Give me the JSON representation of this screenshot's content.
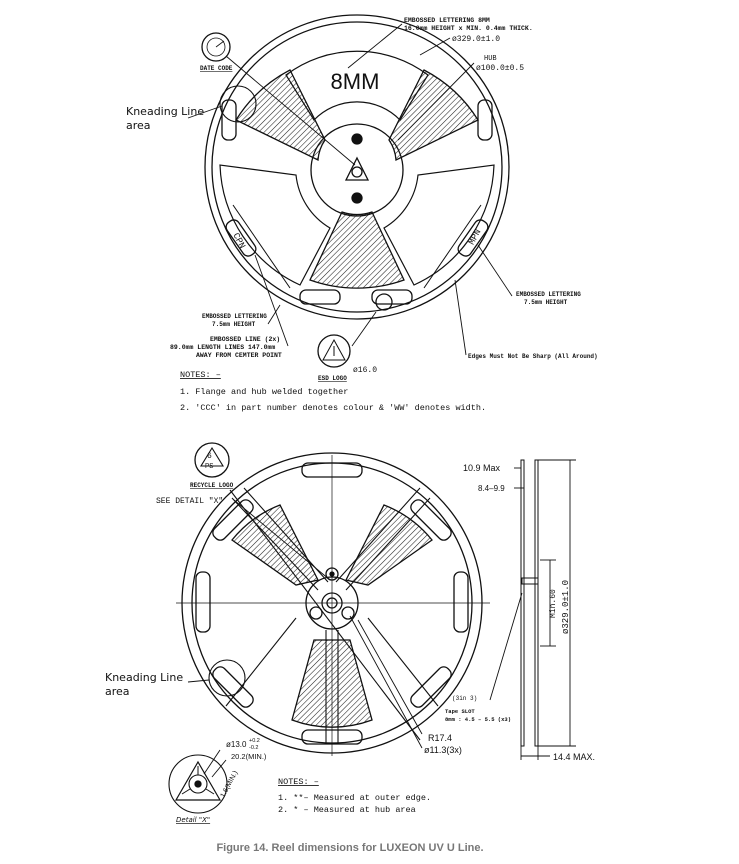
{
  "reel_front": {
    "center_label": "8MM",
    "embossed_lettering_8mm_line1": "EMBOSSED LETTERING 8MM",
    "embossed_lettering_8mm_line2": "16.0mm HEIGHT x MIN. 0.4mm THICK.",
    "outer_diameter": "ø329.0±1.0",
    "hub_label": "HUB",
    "hub_diameter": "ø100.0±0.5",
    "date_code_label": "DATE CODE",
    "kneading_line_1": "Kneading Line",
    "kneading_line_2": "area",
    "cpn_label": "CPN",
    "mpn_label": "MPN",
    "embossed_75_left_line1": "EMBOSSED LETTERING",
    "embossed_75_left_line2": "7.5mm HEIGHT",
    "embossed_75_right_line1": "EMBOSSED LETTERING",
    "embossed_75_right_line2": "7.5mm HEIGHT",
    "embossed_line_1": "EMBOSSED LINE (2x)",
    "embossed_line_2": "89.0mm LENGTH LINES 147.0mm",
    "embossed_line_3": "AWAY FROM CEMTER POINT",
    "esd_diameter": "ø16.0",
    "esd_logo_label": "ESD LOGO",
    "edges_note": "Edges Must Not Be Sharp (All Around)",
    "notes_title": "NOTES: –",
    "note_1": "1. Flange and hub welded together",
    "note_2": "2. 'CCC' in part number denotes colour & 'WW' denotes width."
  },
  "reel_back": {
    "recycle_number": "6",
    "recycle_material": "PS",
    "recycle_logo_label": "RECYCLE LOGO",
    "see_detail": "SEE DETAIL \"X\"",
    "kneading_line_1": "Kneading Line",
    "kneading_line_2": "area",
    "width_max": "10.9 Max",
    "width_range": "8.4–9.9",
    "min_60": "Min.60",
    "outer_diameter": "ø329.0±1.0",
    "total_width": "14.4 MAX.",
    "r_label": "R17.4",
    "hole_label": "ø11.3(3x)",
    "slot_count": "(3in 3)",
    "tape_slot_1": "Tape SLOT",
    "tape_slot_2": "8mm : 4.5 – 5.5 (x3)",
    "detail_13_main": "ø13.0",
    "detail_13_plus": "+0.2",
    "detail_13_minus": "-0.2",
    "detail_20": "20.2(MIN.)",
    "detail_16": "1.6(MIN.)",
    "detail_x_label": "Detail \"X\"",
    "notes_title": "NOTES: –",
    "note_1": "1. **– Measured at outer edge.",
    "note_2": "2. * – Measured at hub area"
  },
  "caption": "Figure 14. Reel dimensions for LUXEON UV U Line."
}
